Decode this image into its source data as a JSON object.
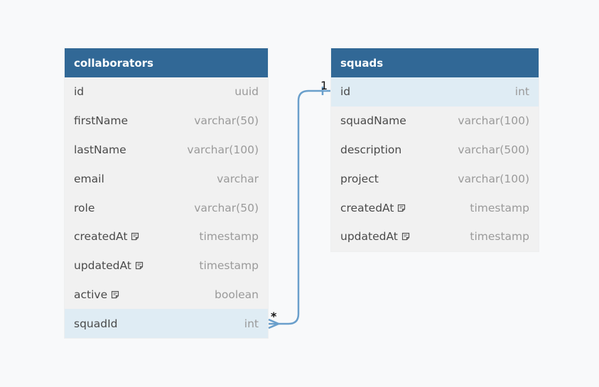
{
  "tables": [
    {
      "name": "collaborators",
      "columns": [
        {
          "name": "id",
          "type": "uuid",
          "note": false,
          "highlight": false
        },
        {
          "name": "firstName",
          "type": "varchar(50)",
          "note": false,
          "highlight": false
        },
        {
          "name": "lastName",
          "type": "varchar(100)",
          "note": false,
          "highlight": false
        },
        {
          "name": "email",
          "type": "varchar",
          "note": false,
          "highlight": false
        },
        {
          "name": "role",
          "type": "varchar(50)",
          "note": false,
          "highlight": false
        },
        {
          "name": "createdAt",
          "type": "timestamp",
          "note": true,
          "highlight": false
        },
        {
          "name": "updatedAt",
          "type": "timestamp",
          "note": true,
          "highlight": false
        },
        {
          "name": "active",
          "type": "boolean",
          "note": true,
          "highlight": false
        },
        {
          "name": "squadId",
          "type": "int",
          "note": false,
          "highlight": true
        }
      ]
    },
    {
      "name": "squads",
      "columns": [
        {
          "name": "id",
          "type": "int",
          "note": false,
          "highlight": true
        },
        {
          "name": "squadName",
          "type": "varchar(100)",
          "note": false,
          "highlight": false
        },
        {
          "name": "description",
          "type": "varchar(500)",
          "note": false,
          "highlight": false
        },
        {
          "name": "project",
          "type": "varchar(100)",
          "note": false,
          "highlight": false
        },
        {
          "name": "createdAt",
          "type": "timestamp",
          "note": true,
          "highlight": false
        },
        {
          "name": "updatedAt",
          "type": "timestamp",
          "note": true,
          "highlight": false
        }
      ]
    }
  ],
  "relation": {
    "from": "collaborators.squadId",
    "to": "squads.id",
    "from_cardinality": "*",
    "to_cardinality": "1"
  },
  "colors": {
    "header": "#316896",
    "highlight_row": "#dfecf4",
    "relation_line": "#6a9fcb"
  }
}
